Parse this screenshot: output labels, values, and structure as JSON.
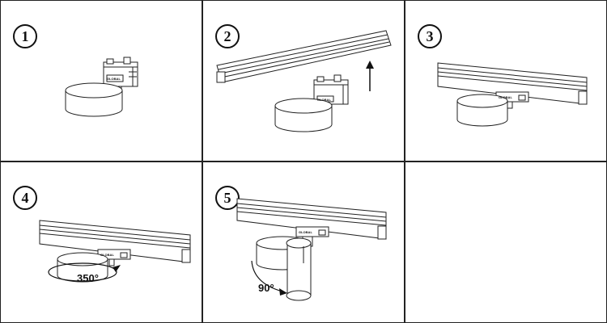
{
  "steps": [
    {
      "number": "1"
    },
    {
      "number": "2"
    },
    {
      "number": "3"
    },
    {
      "number": "4",
      "angle": "350°"
    },
    {
      "number": "5",
      "angle": "90°"
    },
    {
      "number": ""
    }
  ],
  "brand_mark": "GLOBAL"
}
